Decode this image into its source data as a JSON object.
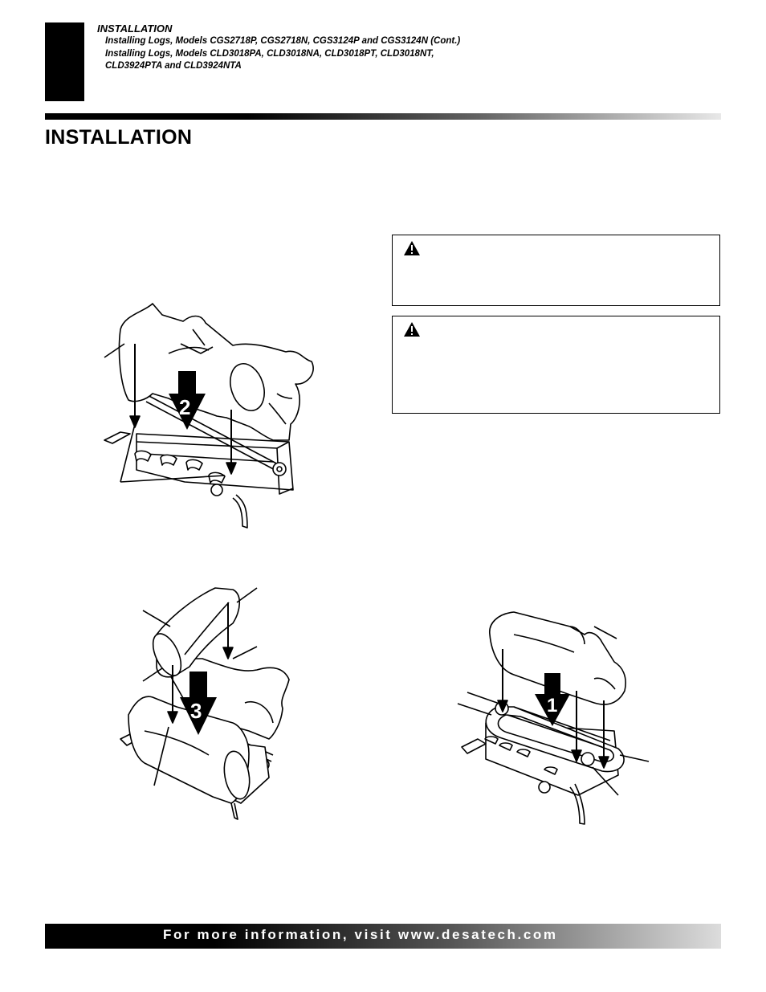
{
  "header": {
    "section": "INSTALLATION",
    "lines": [
      "Installing Logs, Models CGS2718P, CGS2718N, CGS3124P and CGS3124N (Cont.)",
      "Installing Logs, Models CLD3018PA, CLD3018NA, CLD3018PT, CLD3018NT,",
      "CLD3924PTA and CLD3924NTA"
    ]
  },
  "page_title": "INSTALLATION",
  "figures": {
    "step2_number": "2",
    "step3_number": "3",
    "step1_number": "1"
  },
  "footer": {
    "text": "For more information, visit www.desatech.com"
  },
  "colors": {
    "ink": "#000000",
    "paper": "#ffffff"
  },
  "icons": [
    "warning-triangle-icon",
    "warning-triangle-icon"
  ]
}
